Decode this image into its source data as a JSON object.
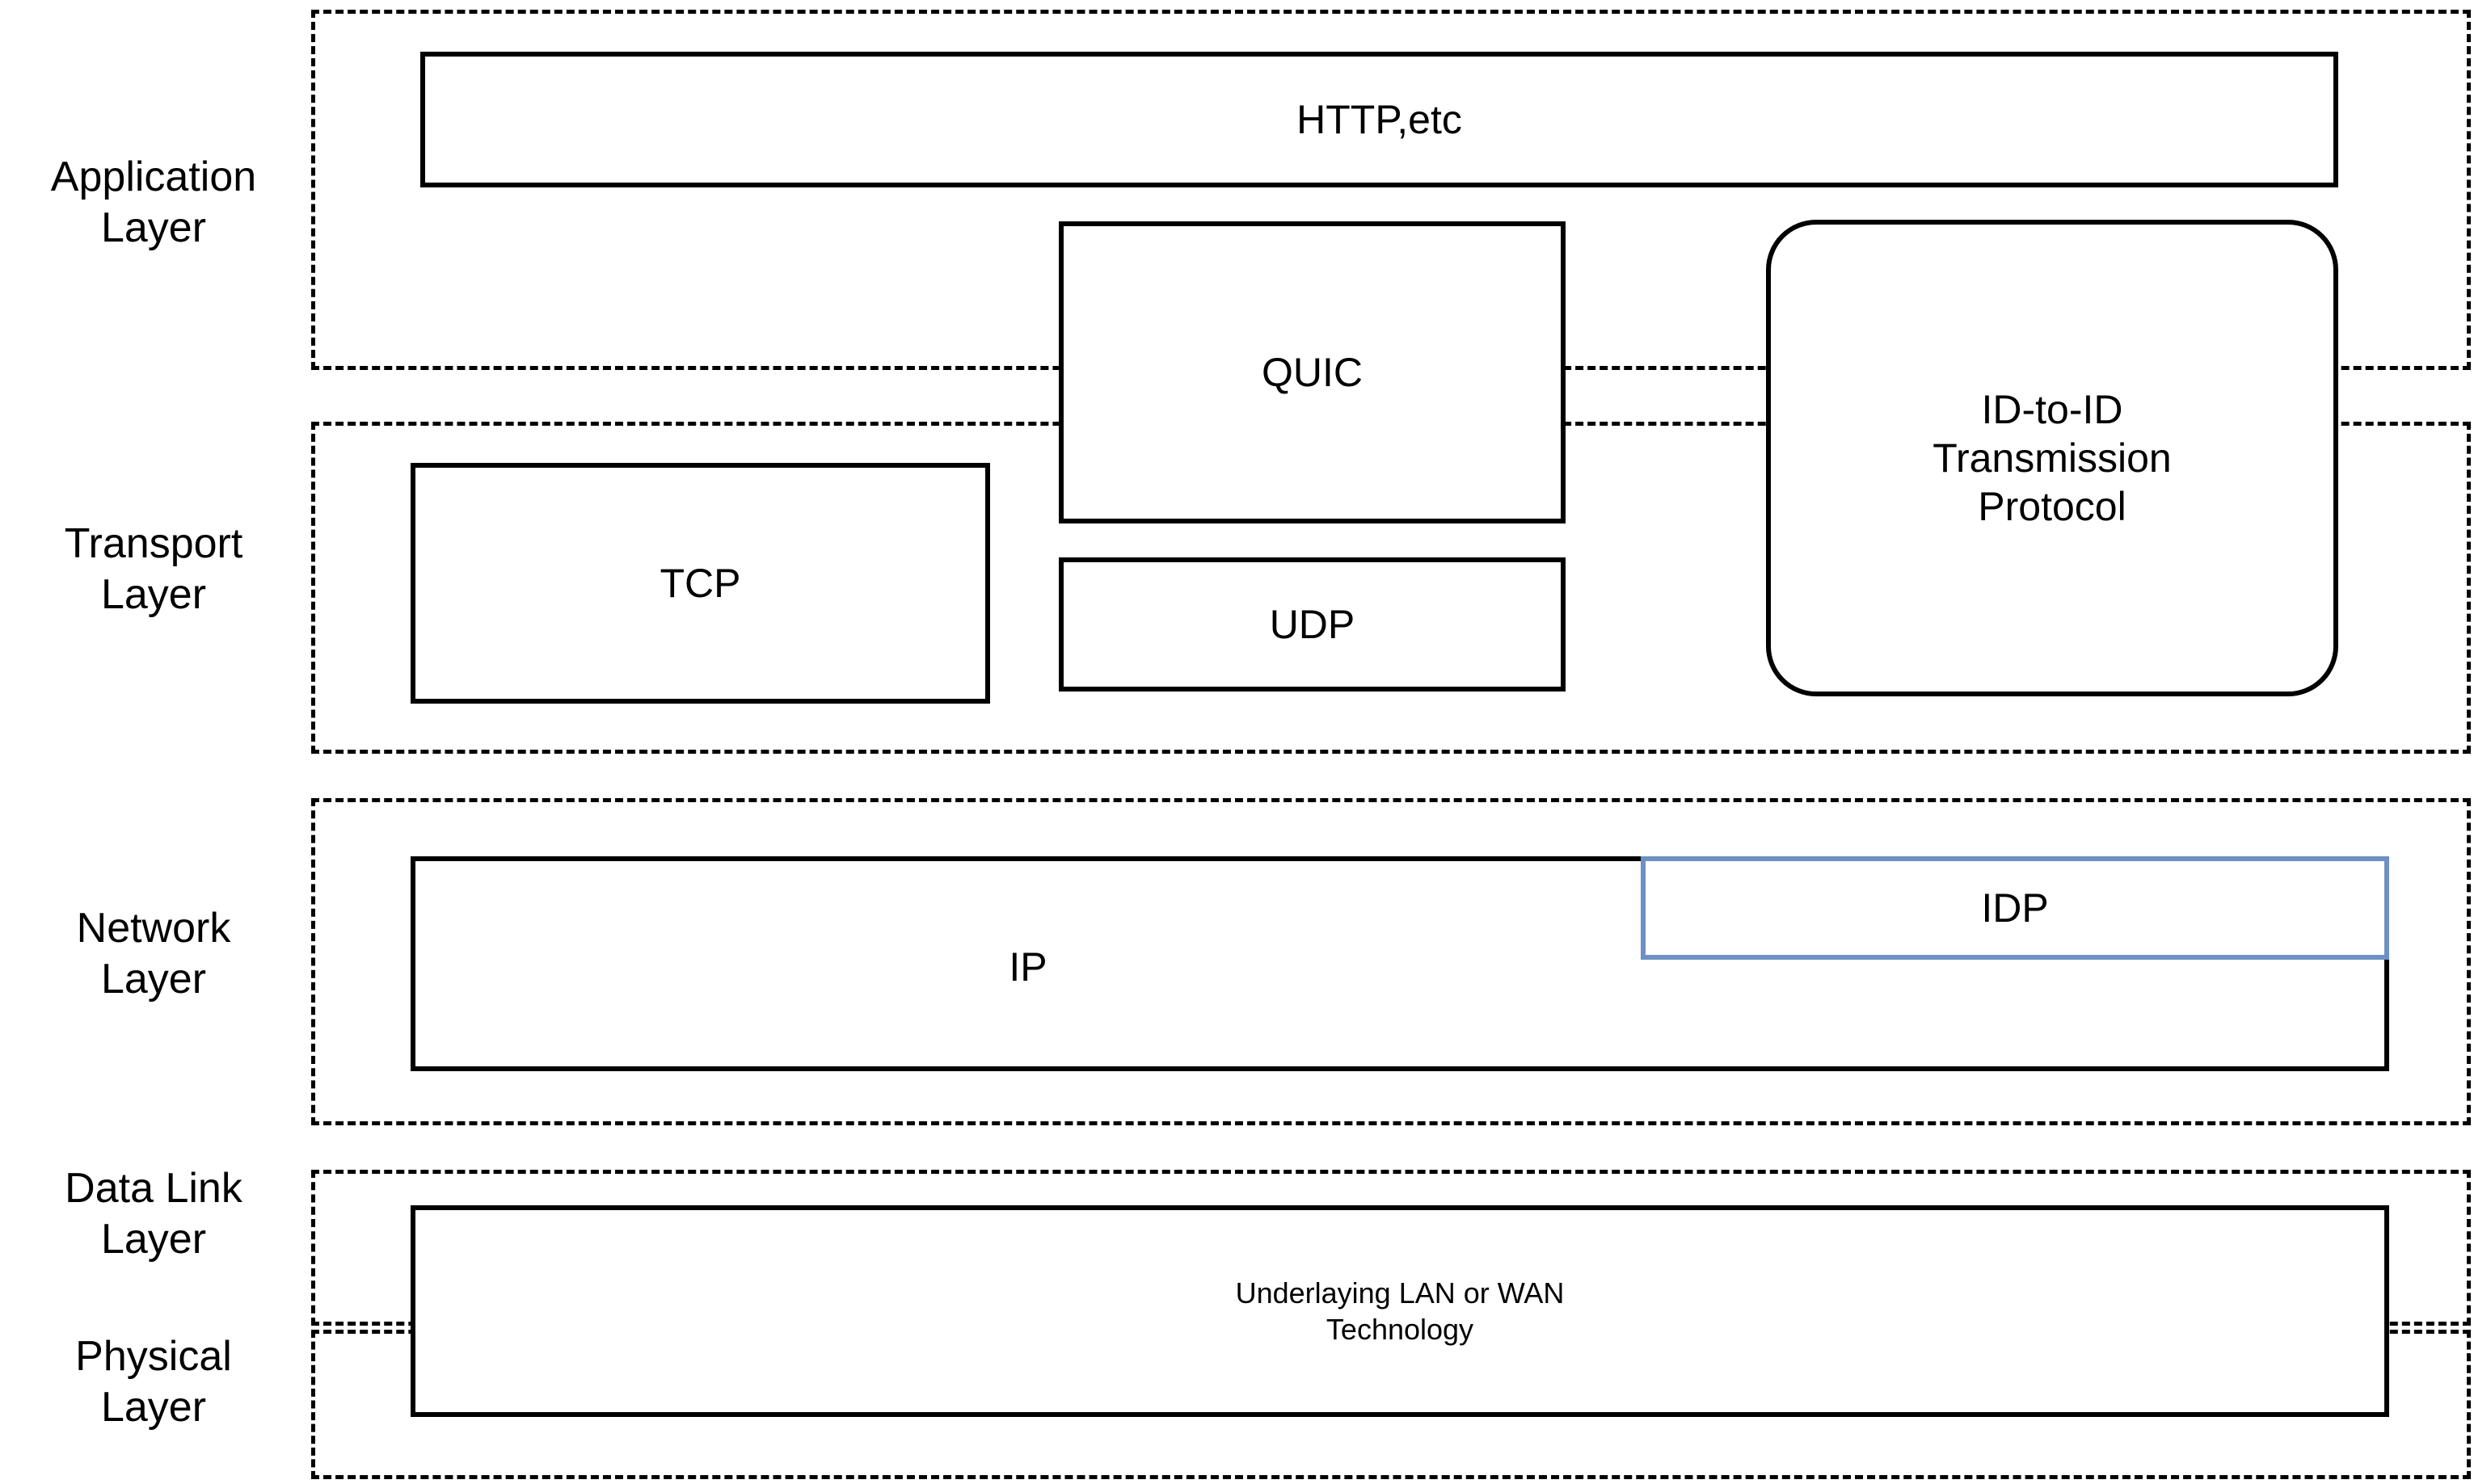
{
  "diagram": {
    "title": "Network protocol stack with ID-to-ID transmission protocol",
    "accent_blue": "#6E90C4",
    "line_color": "#000000",
    "background": "#ffffff"
  },
  "layers": [
    {
      "id": "application",
      "label": "Application\nLayer"
    },
    {
      "id": "transport",
      "label": "Transport\nLayer"
    },
    {
      "id": "network",
      "label": "Network\nLayer"
    },
    {
      "id": "datalink",
      "label": "Data Link\nLayer"
    },
    {
      "id": "physical",
      "label": "Physical\nLayer"
    }
  ],
  "boxes": {
    "http": {
      "label": "HTTP,etc"
    },
    "quic": {
      "label": "QUIC"
    },
    "udp": {
      "label": "UDP"
    },
    "tcp": {
      "label": "TCP"
    },
    "id_to_id": {
      "label": "ID-to-ID\nTransmission\nProtocol"
    },
    "ip": {
      "label": "IP"
    },
    "idp": {
      "label": "IDP"
    },
    "underlaying": {
      "label": "Underlaying LAN or WAN\nTechnology"
    }
  }
}
